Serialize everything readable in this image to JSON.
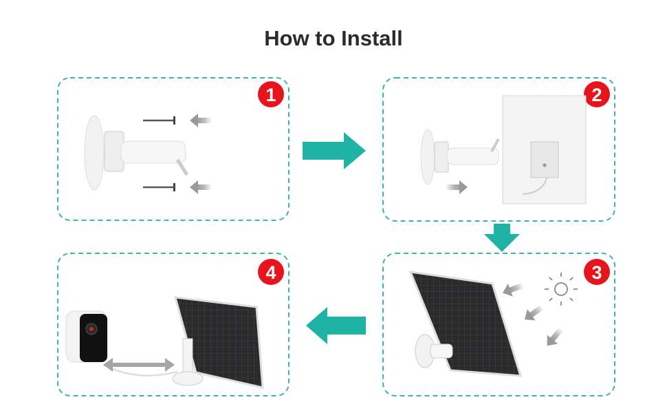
{
  "title": "How to Install",
  "colors": {
    "accent": "#1fb3a6",
    "badge": "#e8141b",
    "frame": "#3bb5a9",
    "hint_arrow": "#a5a5a5"
  },
  "steps": [
    {
      "number": "1"
    },
    {
      "number": "2"
    },
    {
      "number": "3"
    },
    {
      "number": "4"
    }
  ]
}
